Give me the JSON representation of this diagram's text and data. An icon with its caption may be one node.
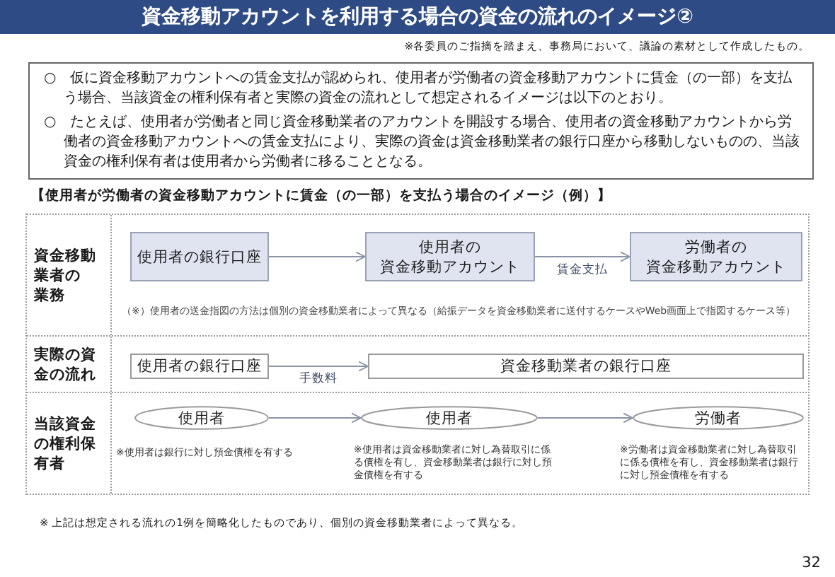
{
  "diagram": {
    "title": "資金移動アカウントを利用する場合の資金の流れのイメージ②",
    "nodes": [
      {
        "text": [
          "○　仮に資金移動アカウントへの賃金支払が認められ、使用者が労働者の資金移動アカウントに賃金（の一部）を支払う場合、当該資金の権利保有者と実際の資金の流れとして想定されるイメージは以下のとおり。",
          "○　たとえば、使用者が労働者と同じ資金移動業者のアカウントを開設する場合、使用者の資金移動アカウントから労働者の資金移動アカウントへの賃金支払により、実際の資金は資金移動業者の銀行口座から移動しないものの、当該資金の権利保有者は使用者から労働者に移ることとなる。"
        ]
      },
      {
        "text": [
          "資金移動業者の業務"
        ]
      },
      {
        "text": [
          "使用者の銀行口座"
        ],
        "in": 1
      },
      {
        "text": [
          "使用者の資金移動アカウント"
        ],
        "in": 1
      },
      {
        "text": [
          "労働者の資金移動アカウント"
        ],
        "in": 1
      },
      {
        "text": [
          "実際の資金の流れ"
        ]
      },
      {
        "text": [
          "使用者の銀行口座"
        ],
        "in": 5
      },
      {
        "text": [
          "資金移動業者の銀行口座"
        ],
        "in": 5
      },
      {
        "text": [
          "当該資金の権利保有者"
        ]
      },
      {
        "text": [
          "使用者"
        ],
        "in": 8,
        "beside": [
          "※使用者は銀行に対し預金債権を有する"
        ]
      },
      {
        "text": [
          "使用者"
        ],
        "in": 8,
        "beside": [
          "※使用者は資金移動業者に対し為替取引に係る債権を有し、資金移動業者は銀行に対し預金債権を有する"
        ]
      },
      {
        "text": [
          "労働者"
        ],
        "in": 8,
        "beside": [
          "※労働者は資金移動業者に対し為替取引に係る債権を有し、資金移動業者は銀行に対し預金債権を有する"
        ]
      }
    ],
    "edges": [
      {
        "from": 2,
        "to": 3,
        "arrow": "to"
      },
      {
        "from": 3,
        "to": 4,
        "arrow": "to",
        "label": "賃金支払"
      },
      {
        "from": 6,
        "to": 7,
        "arrow": "to",
        "label": "手数料"
      },
      {
        "from": 9,
        "to": 10,
        "arrow": "to"
      },
      {
        "from": 10,
        "to": 11,
        "arrow": "to"
      }
    ],
    "labels": [
      "※各委員のご指摘を踏まえ、事務局において、議論の素材として作成したもの。",
      "【使用者が労働者の資金移動アカウントに賃金（の一部）を支払う場合のイメージ（例）】",
      "（※）使用者の送金指図の方法は個別の資金移動業者によって異なる（給振データを資金移動業者に送付するケースやWeb画面上で指図するケース等）",
      "※ 上記は想定される流れの1例を簡略化したものであり、個別の資金移動業者によって異なる。",
      "32"
    ]
  }
}
